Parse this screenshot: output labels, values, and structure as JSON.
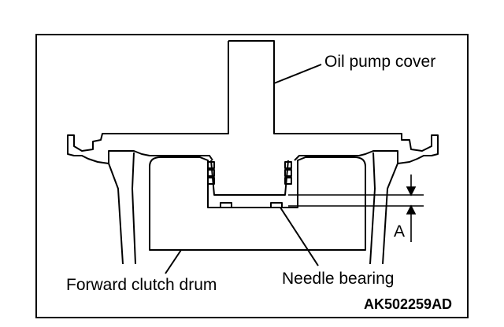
{
  "labels": {
    "oil_pump_cover": "Oil pump cover",
    "forward_clutch_drum": "Forward clutch drum",
    "needle_bearing": "Needle bearing",
    "dimension": "A"
  },
  "figure_code": "AK502259AD",
  "colors": {
    "line": "#000000",
    "background": "#ffffff"
  }
}
